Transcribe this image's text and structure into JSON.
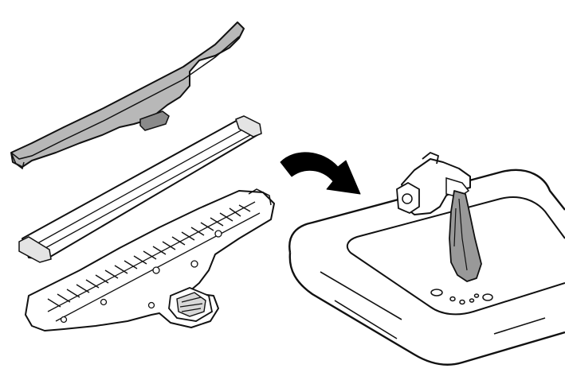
{
  "diagram": {
    "kind": "instruction-illustration",
    "colors": {
      "background": "#ffffff",
      "line": "#111111",
      "part_fill": "#b8b8b8",
      "part_fill_dark": "#8a8a8a",
      "water_fill": "#999999",
      "arrow_fill": "#000000"
    },
    "icons": [
      "top-cover-part",
      "filter-strip-part",
      "brush-base-part",
      "curved-arrow-icon",
      "faucet-icon",
      "sink-basin",
      "wet-cloth-icon",
      "water-drops"
    ]
  }
}
